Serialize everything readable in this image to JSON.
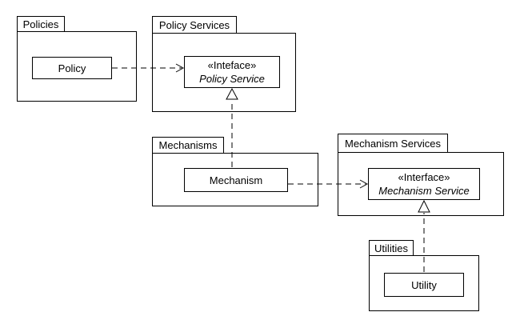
{
  "diagram": {
    "type": "uml-package-diagram",
    "colors": {
      "line": "#000000",
      "background": "#ffffff",
      "text": "#000000"
    },
    "packages": [
      {
        "label": "Policies",
        "contains": [
          "Policy"
        ]
      },
      {
        "label": "Policy Services",
        "contains": [
          "Policy Service"
        ]
      },
      {
        "label": "Mechanisms",
        "contains": [
          "Mechanism"
        ]
      },
      {
        "label": "Mechanism Services",
        "contains": [
          "Mechanism Service"
        ]
      },
      {
        "label": "Utilities",
        "contains": [
          "Utility"
        ]
      }
    ],
    "classes": [
      {
        "name": "Policy",
        "kind": "class"
      },
      {
        "stereotype": "«Inteface»",
        "name": "Policy Service",
        "kind": "interface"
      },
      {
        "name": "Mechanism",
        "kind": "class"
      },
      {
        "stereotype": "«Interface»",
        "name": "Mechanism Service",
        "kind": "interface"
      },
      {
        "name": "Utility",
        "kind": "class"
      }
    ],
    "relationships": [
      {
        "type": "dependency",
        "from": "Policy",
        "to": "Policy Service",
        "line": "dashed",
        "arrowhead": "open"
      },
      {
        "type": "dependency",
        "from": "Mechanism",
        "to": "Mechanism Service",
        "line": "dashed",
        "arrowhead": "open"
      },
      {
        "type": "realization",
        "from": "Mechanism",
        "to": "Policy Service",
        "line": "dashed",
        "arrowhead": "hollow-triangle"
      },
      {
        "type": "realization",
        "from": "Utility",
        "to": "Mechanism Service",
        "line": "dashed",
        "arrowhead": "hollow-triangle"
      }
    ]
  }
}
